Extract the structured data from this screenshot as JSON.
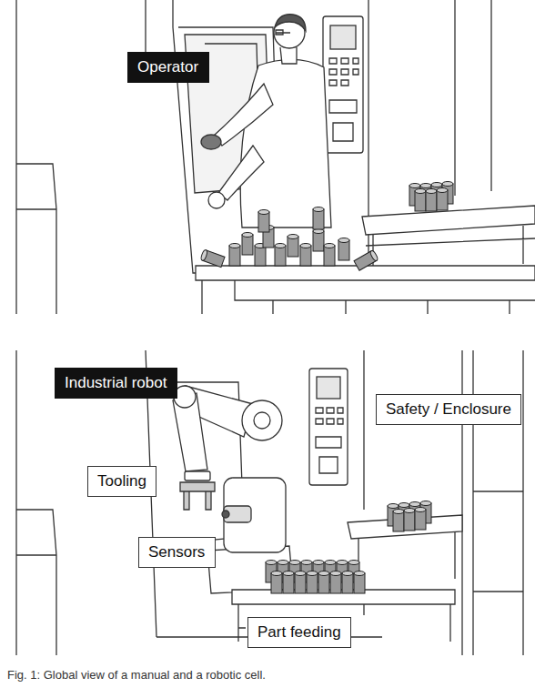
{
  "diagram": {
    "caption": "Fig. 1: Global view of a manual and a robotic cell.",
    "nodes": [
      {
        "text": [
          "Operator"
        ]
      },
      {
        "text": [
          "Industrial robot"
        ]
      },
      {
        "text": [
          "Safety / Enclosure"
        ]
      },
      {
        "text": [
          "Tooling"
        ]
      },
      {
        "text": [
          "Sensors"
        ]
      },
      {
        "text": [
          "Part feeding"
        ]
      }
    ]
  }
}
